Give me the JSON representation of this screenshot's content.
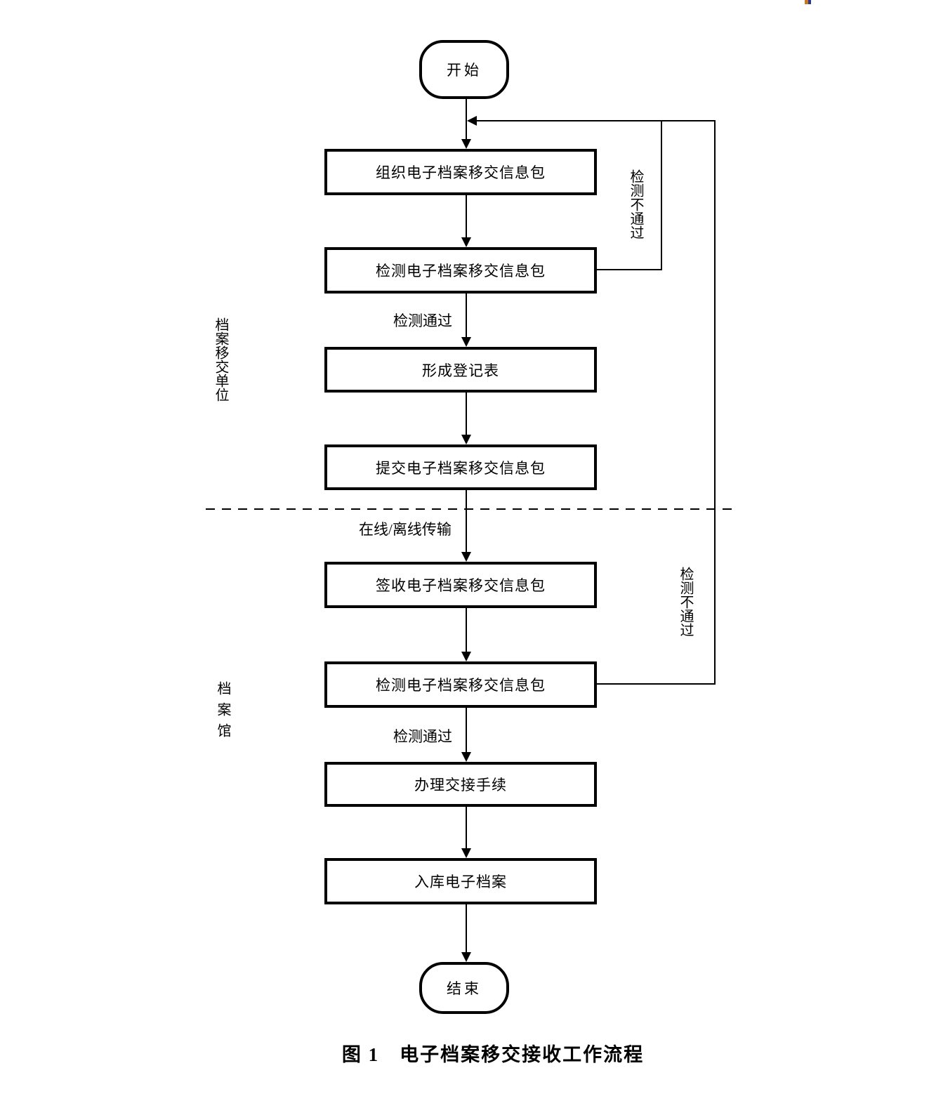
{
  "caption": "图 1　电子档案移交接收工作流程",
  "nodes": {
    "start": "开始",
    "end": "结束"
  },
  "boxes": [
    {
      "label": "组织电子档案移交信息包"
    },
    {
      "label": "检测电子档案移交信息包"
    },
    {
      "label": "形成登记表"
    },
    {
      "label": "提交电子档案移交信息包"
    },
    {
      "label": "签收电子档案移交信息包"
    },
    {
      "label": "检测电子档案移交信息包"
    },
    {
      "label": "办理交接手续"
    },
    {
      "label": "入库电子档案"
    }
  ],
  "edge_labels": {
    "pass_top": "检测通过",
    "fail_top": "检测不通过",
    "transfer": "在线/离线传输",
    "pass_bottom": "检测通过",
    "fail_bottom": "检测不通过"
  },
  "lanes": {
    "transfer_unit": "档案移交单位",
    "archive": "档案馆"
  },
  "colors": {
    "line": "#000000",
    "background": "#ffffff",
    "artifact_left": "#c87820",
    "artifact_right": "#2b3a8c"
  }
}
